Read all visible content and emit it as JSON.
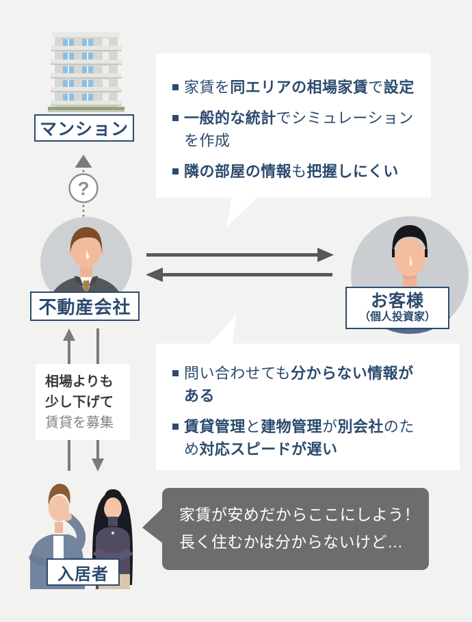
{
  "background_color": "#f2f2f1",
  "colors": {
    "navy": "#2b4a6e",
    "arrow_dark": "#58585a",
    "arrow_light": "#7b7b79",
    "dark_bubble": "#6d6d6d",
    "white": "#ffffff",
    "q_gray": "#8e8e8c"
  },
  "mansion": {
    "label": "マンション"
  },
  "question_connector": {
    "symbol": "?"
  },
  "agent": {
    "label": "不動産会社"
  },
  "customer": {
    "label": "お客様",
    "sublabel": "（個人投資家）"
  },
  "bubble_top": {
    "bullets": [
      {
        "segments": [
          {
            "text": "家賃を",
            "bold": false
          },
          {
            "text": "同エリアの相場家賃",
            "bold": true
          },
          {
            "text": "で",
            "bold": false
          },
          {
            "text": "設定",
            "bold": true
          }
        ]
      },
      {
        "segments": [
          {
            "text": "一般的な統計",
            "bold": true
          },
          {
            "text": "でシミュレーションを作成",
            "bold": false
          }
        ]
      },
      {
        "segments": [
          {
            "text": "隣の部屋の情報",
            "bold": true
          },
          {
            "text": "も",
            "bold": false
          },
          {
            "text": "把握しにくい",
            "bold": true
          }
        ]
      }
    ]
  },
  "bubble_middle": {
    "bullets": [
      {
        "segments": [
          {
            "text": "問い合わせても",
            "bold": false
          },
          {
            "text": "分からない情報がある",
            "bold": true
          }
        ]
      },
      {
        "segments": [
          {
            "text": "賃貸管理",
            "bold": true
          },
          {
            "text": "と",
            "bold": false
          },
          {
            "text": "建物管理",
            "bold": true
          },
          {
            "text": "が",
            "bold": false
          },
          {
            "text": "別会社",
            "bold": true
          },
          {
            "text": "のため",
            "bold": false
          },
          {
            "text": "対応スピードが遅い",
            "bold": true
          }
        ]
      }
    ]
  },
  "rent_note": {
    "line1": "相場よりも",
    "line2": "少し下げて",
    "line3": "賃貸を募集"
  },
  "tenant": {
    "label": "入居者"
  },
  "tenant_bubble": {
    "line1": "家賃が安めだからここにしよう！",
    "line2": "長く住むかは分からないけど…"
  }
}
